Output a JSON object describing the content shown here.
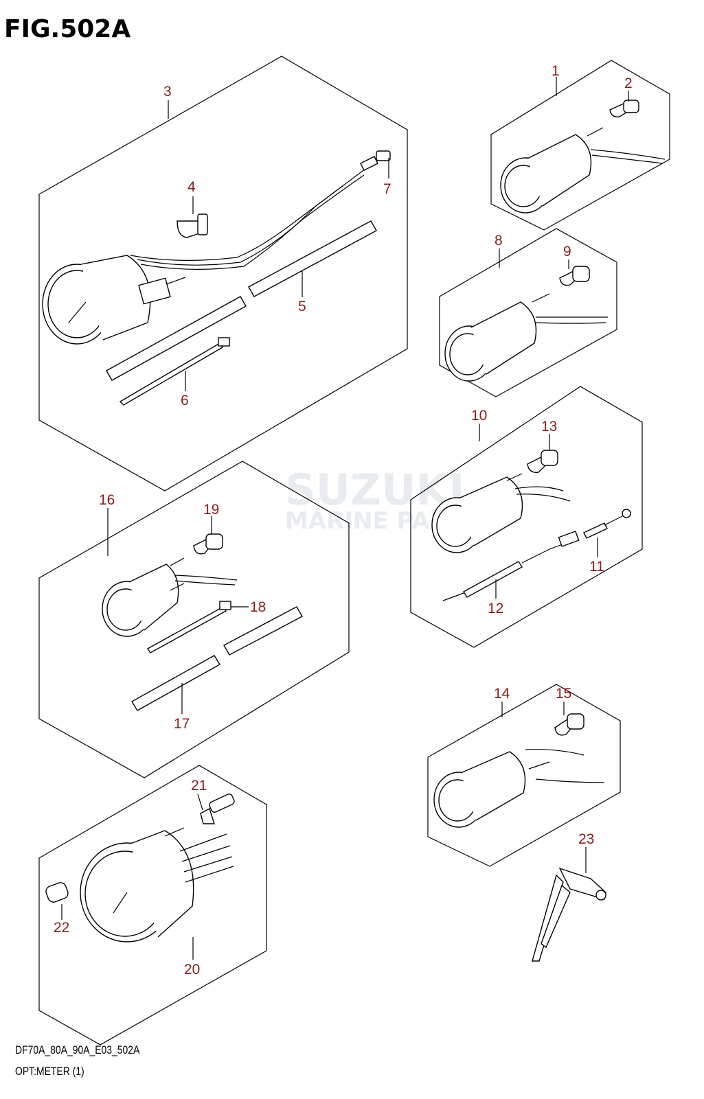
{
  "figure": {
    "title": "FIG.502A",
    "model_code": "DF70A_80A_90A_E03_502A",
    "section_name": "OPT:METER (1)"
  },
  "watermark": {
    "line1": "SUZUKI",
    "line2": "MARINE PARTS"
  },
  "callouts": [
    "1",
    "2",
    "3",
    "4",
    "5",
    "6",
    "7",
    "8",
    "9",
    "10",
    "11",
    "12",
    "13",
    "14",
    "15",
    "16",
    "17",
    "18",
    "19",
    "20",
    "21",
    "22",
    "23"
  ]
}
